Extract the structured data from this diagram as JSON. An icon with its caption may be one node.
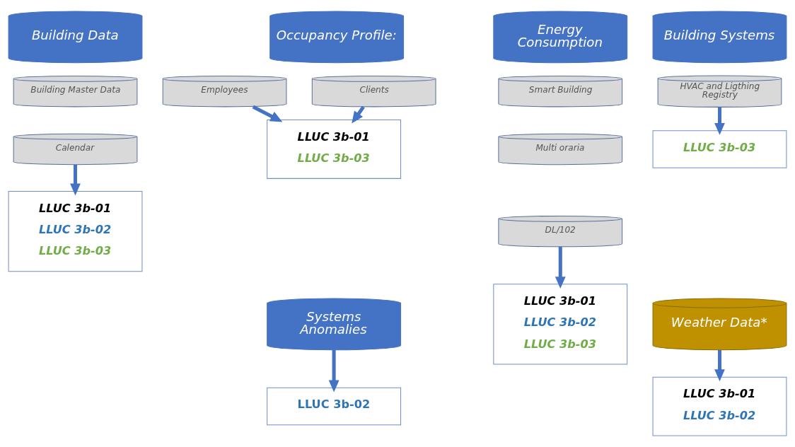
{
  "diagram": {
    "nodes": [
      {
        "text": [
          "Building Data"
        ]
      },
      {
        "text": [
          "Building Master Data"
        ]
      },
      {
        "text": [
          "Calendar"
        ]
      },
      {
        "text": [
          "LLUC 3b-01",
          "LLUC 3b-02",
          "LLUC 3b-03"
        ]
      },
      {
        "text": [
          "Occupancy Profile:"
        ]
      },
      {
        "text": [
          "Employees"
        ]
      },
      {
        "text": [
          "Clients"
        ]
      },
      {
        "text": [
          "LLUC 3b-01",
          "LLUC 3b-03"
        ]
      },
      {
        "text": [
          "Energy Consumption"
        ]
      },
      {
        "text": [
          "Smart Building"
        ]
      },
      {
        "text": [
          "Multi oraria"
        ]
      },
      {
        "text": [
          "DL/102"
        ]
      },
      {
        "text": [
          "LLUC 3b-01",
          "LLUC 3b-02",
          "LLUC 3b-03"
        ]
      },
      {
        "text": [
          "Building Systems"
        ]
      },
      {
        "text": [
          "HVAC and Ligthing Registry"
        ]
      },
      {
        "text": [
          "LLUC 3b-03"
        ]
      },
      {
        "text": [
          "Systems Anomalies"
        ]
      },
      {
        "text": [
          "LLUC 3b-02"
        ]
      },
      {
        "text": [
          "Weather Data*"
        ]
      },
      {
        "text": [
          "LLUC 3b-01",
          "LLUC 3b-02"
        ]
      }
    ],
    "edges": [
      {
        "from": 2,
        "to": 3,
        "arrow": "to"
      },
      {
        "from": 5,
        "to": 7,
        "arrow": "to"
      },
      {
        "from": 6,
        "to": 7,
        "arrow": "to"
      },
      {
        "from": 11,
        "to": 12,
        "arrow": "to"
      },
      {
        "from": 14,
        "to": 15,
        "arrow": "to"
      },
      {
        "from": 16,
        "to": 17,
        "arrow": "to"
      },
      {
        "from": 18,
        "to": 19,
        "arrow": "to"
      }
    ]
  }
}
